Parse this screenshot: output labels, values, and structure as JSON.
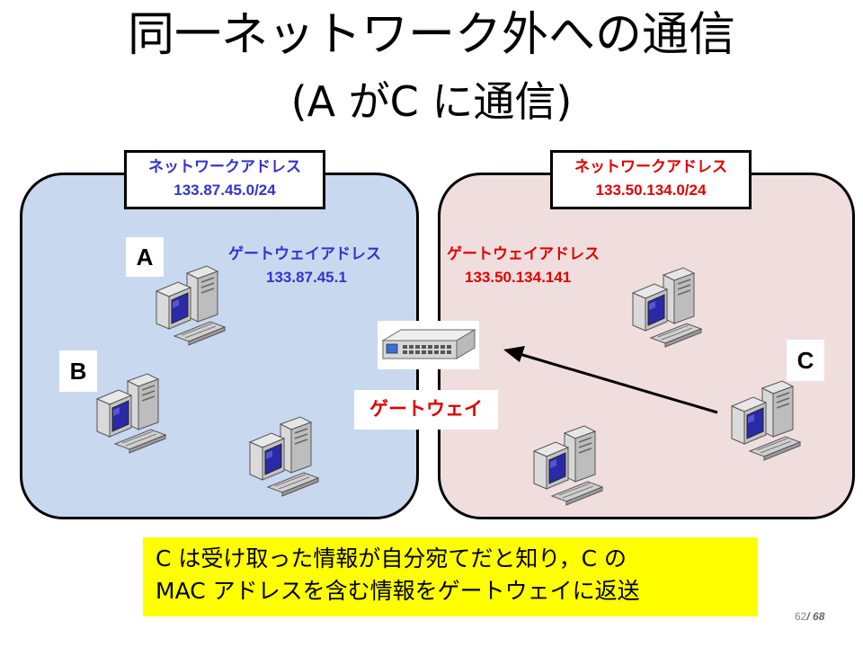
{
  "title": {
    "line1": "同一ネットワーク外への通信",
    "line2": "(A がC に通信)"
  },
  "left_network": {
    "address_label": "ネットワークアドレス",
    "address": "133.87.45.0/24",
    "gateway_label": "ゲートウェイアドレス",
    "gateway_address": "133.87.45.1",
    "color": "#3333cc"
  },
  "right_network": {
    "address_label": "ネットワークアドレス",
    "address": "133.50.134.0/24",
    "gateway_label": "ゲートウェイアドレス",
    "gateway_address": "133.50.134.141",
    "color": "#e00000"
  },
  "nodes": {
    "a": "A",
    "b": "B",
    "c": "C"
  },
  "gateway_label": "ゲートウェイ",
  "note": {
    "line1": "C は受け取った情報が自分宛てだと知り，C の",
    "line2": "MAC アドレスを含む情報をゲートウェイに返送"
  },
  "page": {
    "current": "62",
    "total": "68"
  }
}
